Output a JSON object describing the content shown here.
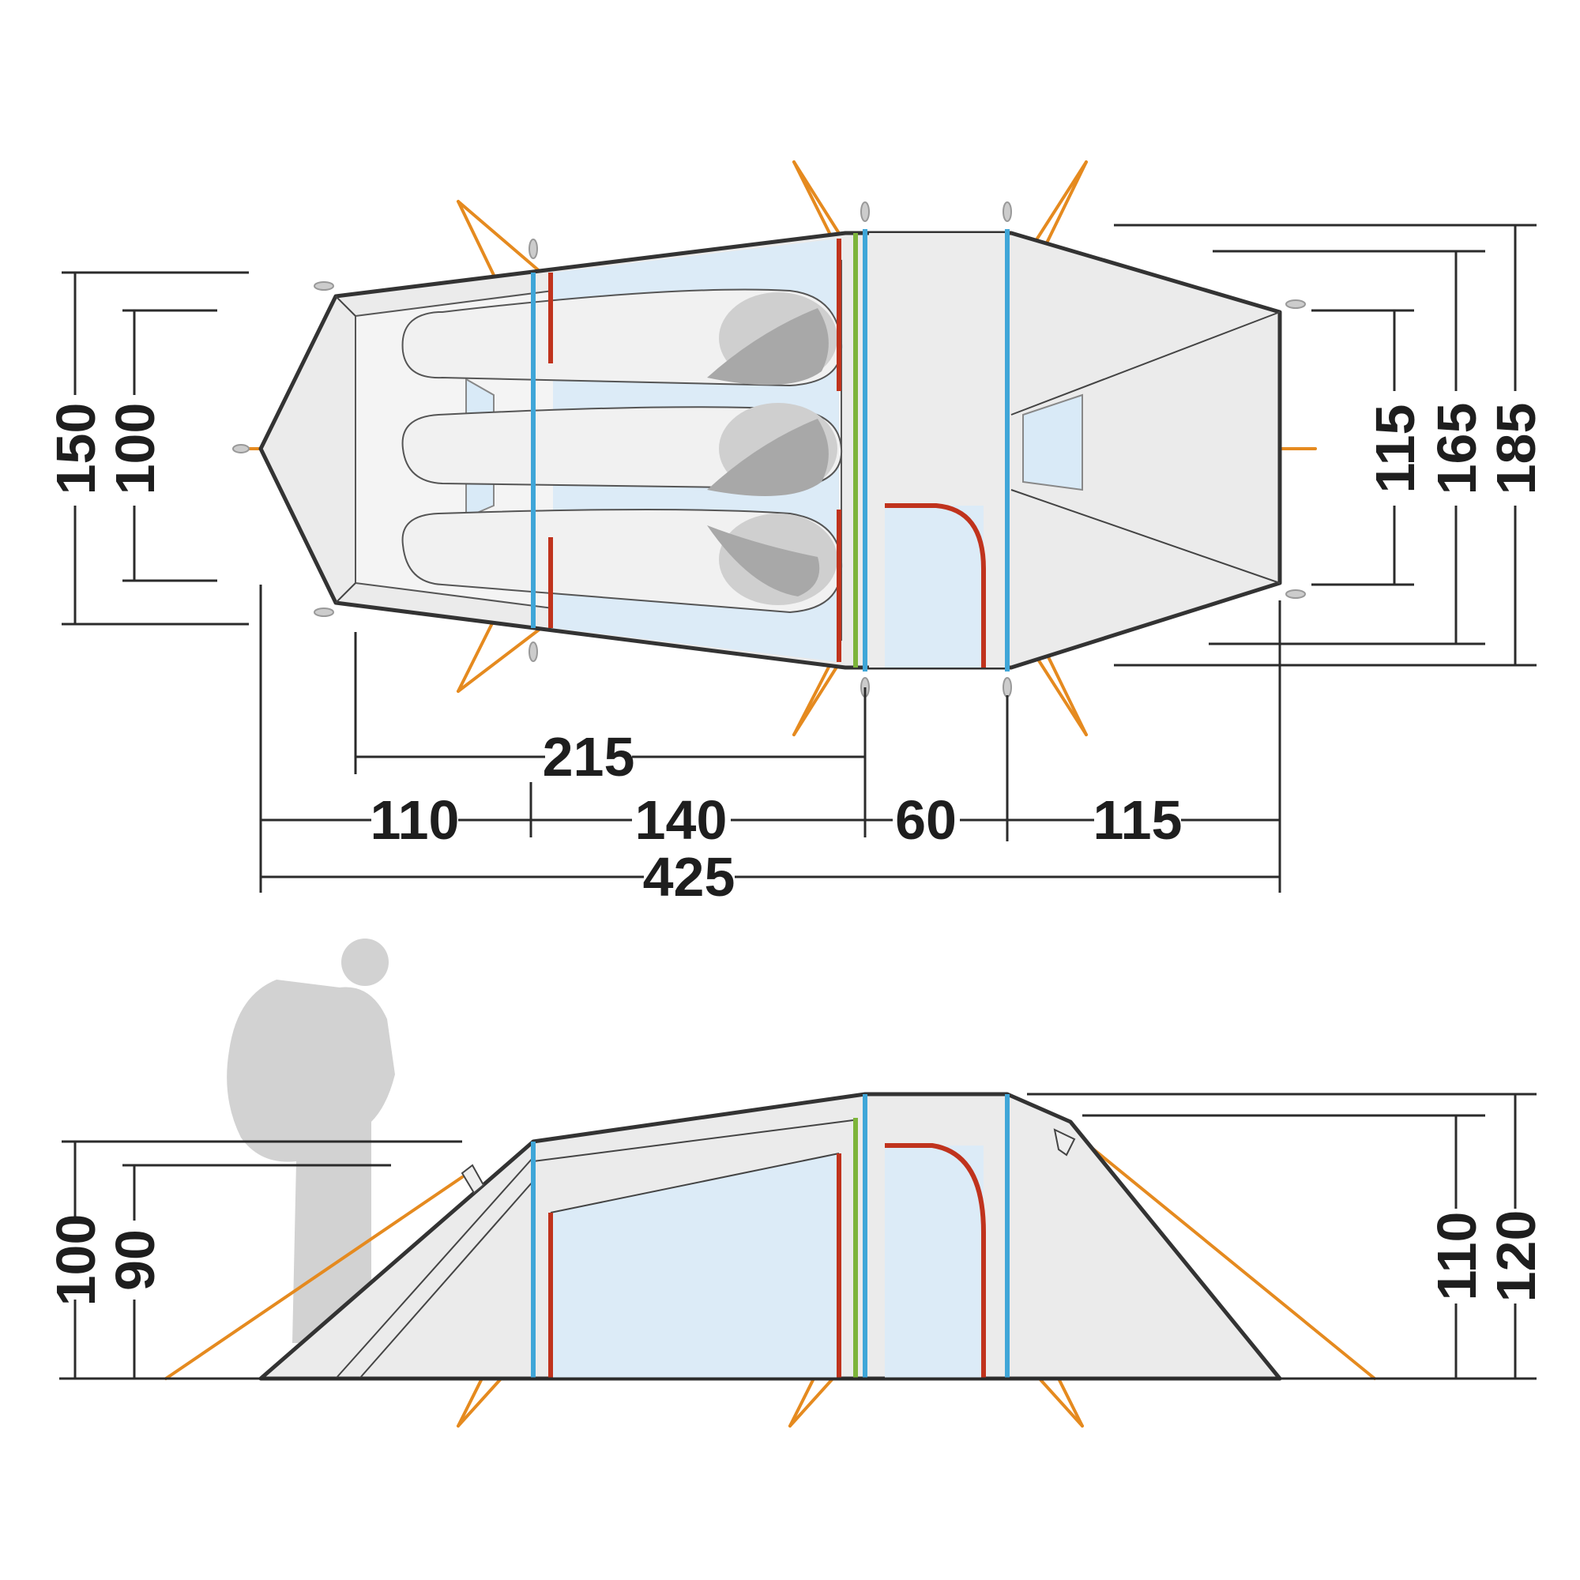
{
  "top_view": {
    "dimensions": {
      "inner_length": "215",
      "segment_1": "110",
      "segment_2": "140",
      "segment_3": "60",
      "segment_4": "115",
      "total_length": "425",
      "left_width_outer": "150",
      "left_width_inner": "100",
      "right_width_inner": "115",
      "right_width_mid": "165",
      "right_width_outer": "185"
    }
  },
  "side_view": {
    "dimensions": {
      "left_height_outer": "100",
      "left_height_inner": "90",
      "right_height_inner": "110",
      "right_height_outer": "120"
    }
  },
  "colors": {
    "guy_line": "#e58a1f",
    "pole_blue": "#3fa6d8",
    "pole_red": "#c0331d",
    "pole_green": "#7db43a",
    "inner_tent": "#dcebf7",
    "fly": "#ebebeb"
  }
}
